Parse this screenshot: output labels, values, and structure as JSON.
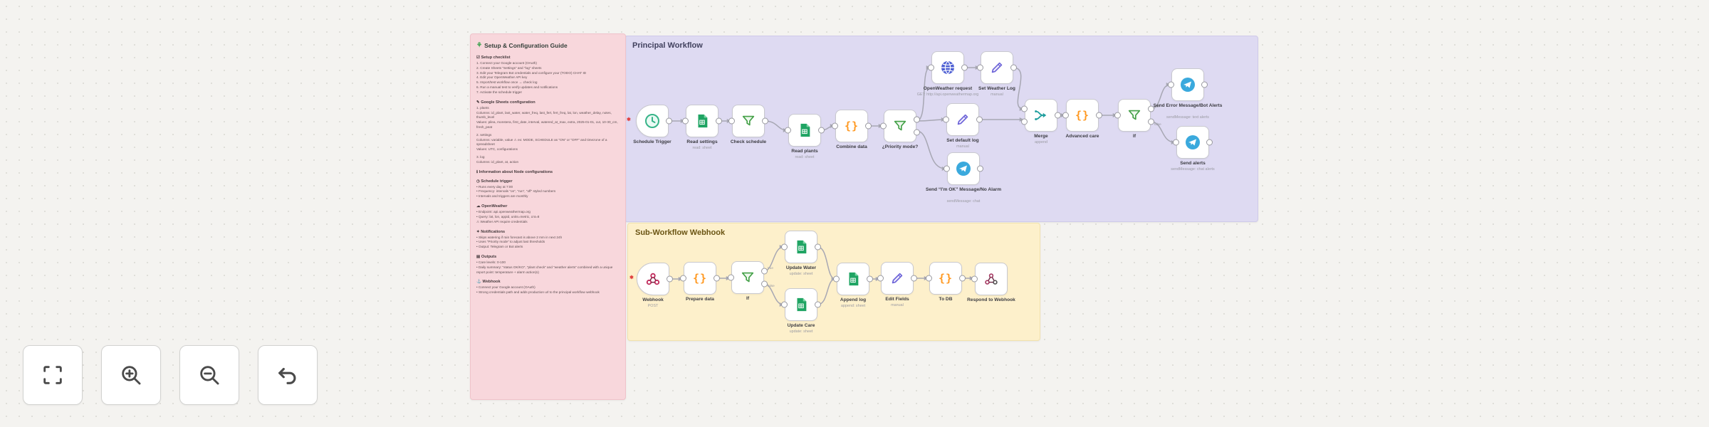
{
  "colors": {
    "canvas_bg": "#f4f3f0",
    "sticky_pink": "#f8d7dc",
    "sticky_purple": "#dedaf2",
    "sticky_yellow": "#fdf0cb",
    "wire": "#a7a7b3",
    "sheets_green": "#1fa463",
    "code_orange": "#ff9922",
    "http_blue": "#4d5fd3",
    "set_purple": "#6c63d8",
    "merge_teal": "#1f9e9e",
    "telegram_blue": "#3aa9dd",
    "webhook_pink": "#c0285a",
    "trigger_teal": "#37b489",
    "filter_green": "#43a047",
    "marker_red": "#e03c3c"
  },
  "sticky_guide": {
    "title": "Setup & Configuration Guide",
    "title_icon": "⚘",
    "sections": [
      {
        "heading": "☑ Setup checklist",
        "lines": [
          "1. Connect your Google account (OAuth)",
          "2. Create Sheets “Settings” and “log” sheets",
          "3. Edit your Telegram Bot credentials and configure your (TODO) CHAT ID",
          "4. Edit your OpenWeather API key",
          "5. Import/test workflow once → check log",
          "6. Run a manual test to verify updates and notifications",
          "7. Activate the schedule trigger"
        ]
      },
      {
        "heading": "✎ Google Sheets configuration",
        "lines": [
          "1. plants",
          "Columns: id_plant, last_water, water_freq, last_fert, fert_freq, lat, lon, weather_delay, notes, thumb_level",
          "Values: pilea, monstera, first_date, interval, watered_at_max, extra, 2025-01-01, cut, 10-30_cm, fresh_peat",
          "",
          "2. settings",
          "Columns: variable, value ⚠ ex: MODE, SCHEDULE as “ON” or “OFF” and timezone of a spreadsheet",
          "Values: UTC, configurations",
          "",
          "3. log",
          "Columns: id_plant, at, action"
        ]
      },
      {
        "heading": "ℹ Information about Node configurations",
        "lines": []
      },
      {
        "heading": "◷ Schedule trigger",
        "lines": [
          "• Runs every day at 7:00",
          "• Frequency: intervals “on”, “run”, “off” styled numbers",
          "• Intervals and triggers are monthly"
        ]
      },
      {
        "heading": "☁ OpenWeather",
        "lines": [
          "• Endpoint: api.openweathermap.org",
          "• Query: lat, lon, appid, units=metric, cnt=8",
          "⚠ Weather API require credentials"
        ]
      },
      {
        "heading": "✶ Notifications",
        "lines": [
          "• Skips watering if rain forecast is above 2 mm in next 24h",
          "• Uses “Priority mode” to adjust last thresholds",
          "• Output: Telegram or Bot alerts"
        ]
      },
      {
        "heading": "▤ Outputs",
        "lines": [
          "• Care levels: 0-100",
          "• Daily summary: “status OK/KO”, “plant check” and “weather alerts” combined with a unique report point: temperature + alarm action(s)"
        ]
      },
      {
        "heading": "⚓ Webhook",
        "lines": [
          "• Connect your Google account (OAuth)",
          "• Strong credentials path and adds production url to the principal workflow webhook"
        ]
      }
    ]
  },
  "principal": {
    "title": "Principal Workflow",
    "nodes": [
      {
        "label": "Schedule Trigger",
        "sub": ""
      },
      {
        "label": "Read settings",
        "sub": "read: sheet"
      },
      {
        "label": "Check schedule",
        "sub": ""
      },
      {
        "label": "Read plants",
        "sub": "read: sheet"
      },
      {
        "label": "Combine data",
        "sub": ""
      },
      {
        "label": "¿Priority mode?",
        "sub": ""
      },
      {
        "label": "OpenWeather request",
        "sub": "GET: http://api.openweathermap.org"
      },
      {
        "label": "Set Weather Log",
        "sub": "manual"
      },
      {
        "label": "Set default log",
        "sub": "manual"
      },
      {
        "label": "Send “I'm OK” Message/No Alarm",
        "sub": "sendMessage: chat"
      },
      {
        "label": "Merge",
        "sub": "append"
      },
      {
        "label": "Advanced care",
        "sub": ""
      },
      {
        "label": "If",
        "sub": ""
      },
      {
        "label": "Send Error Message/Bot Alerts",
        "sub": "sendMessage: text alerts"
      },
      {
        "label": "Send alerts",
        "sub": "sendMessage: chat alerts"
      }
    ]
  },
  "sub_workflow": {
    "title": "Sub-Workflow Webhook",
    "nodes": [
      {
        "label": "Webhook",
        "sub": "POST"
      },
      {
        "label": "Prepare data",
        "sub": ""
      },
      {
        "label": "If",
        "sub": ""
      },
      {
        "label": "Update Water",
        "sub": "update: sheet"
      },
      {
        "label": "Update Care",
        "sub": "update: sheet"
      },
      {
        "label": "Append log",
        "sub": "append: sheet"
      },
      {
        "label": "Edit Fields",
        "sub": "manual"
      },
      {
        "label": "To DB",
        "sub": ""
      },
      {
        "label": "Respond to Webhook",
        "sub": ""
      }
    ]
  },
  "wires": {
    "true_label": "true",
    "false_label": "false"
  },
  "controls": {
    "fit_view_icon": "fit-view",
    "zoom_in_icon": "zoom-in",
    "zoom_out_icon": "zoom-out",
    "undo_icon": "undo"
  }
}
